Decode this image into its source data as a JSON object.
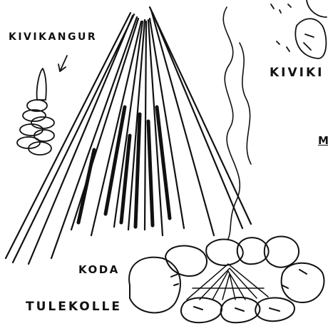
{
  "labels": {
    "kivikangur": "KIVIKANGUR",
    "kiviki": "KIVIKI",
    "m": "M",
    "koda": "KODA",
    "tulekolle": "TULEKOLLE"
  },
  "colors": {
    "ink": "#111111",
    "paper": "#ffffff"
  }
}
